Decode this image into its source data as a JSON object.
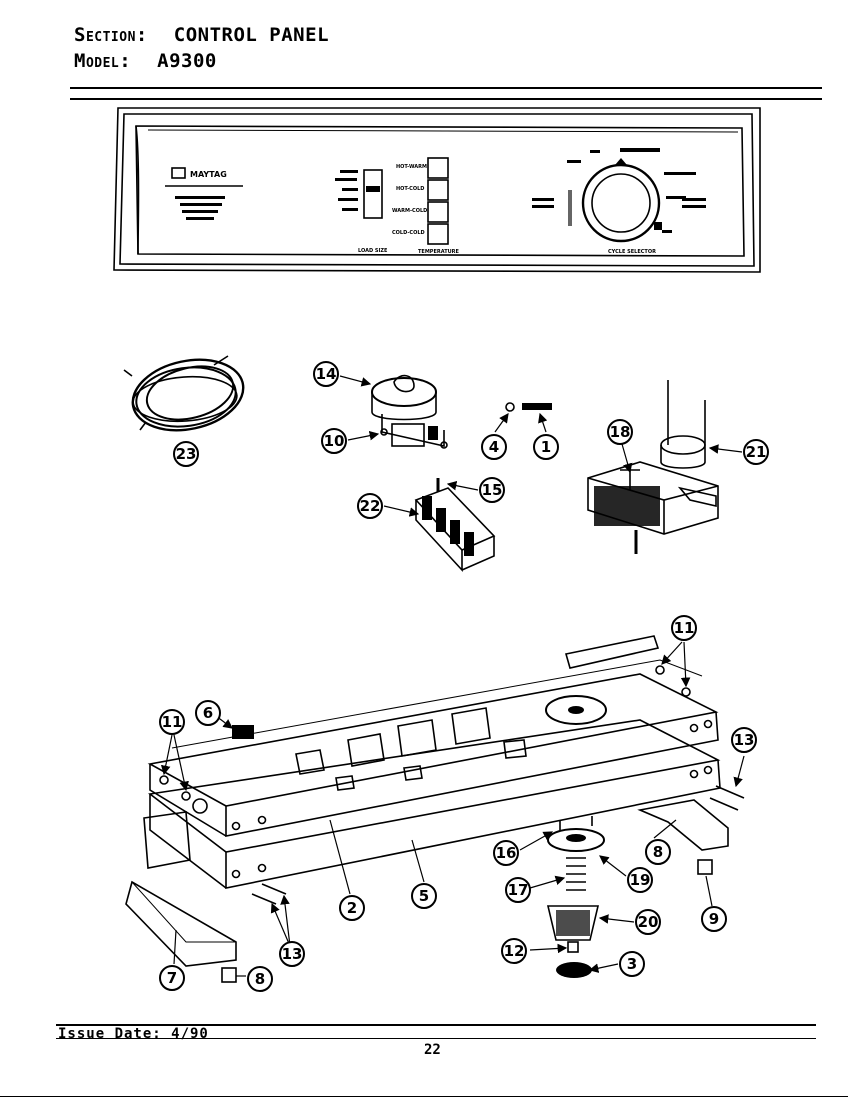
{
  "header": {
    "section_label": "Section:",
    "section_value": "CONTROL PANEL",
    "model_label": "Model:",
    "model_value": "A9300"
  },
  "footer": {
    "issue_date": "Issue Date: 4/90",
    "page_number": "22"
  },
  "panel": {
    "brand": "MAYTAG",
    "temperature_options": [
      "HOT-WARM",
      "HOT-COLD",
      "WARM-COLD",
      "COLD-COLD"
    ],
    "load_size_label": "LOAD SIZE",
    "temperature_label": "TEMPERATURE",
    "cycle_label": "CYCLE SELECTOR"
  },
  "callouts": [
    {
      "id": "callout-23",
      "label": "23"
    },
    {
      "id": "callout-14",
      "label": "14"
    },
    {
      "id": "callout-10",
      "label": "10"
    },
    {
      "id": "callout-4",
      "label": "4"
    },
    {
      "id": "callout-1",
      "label": "1"
    },
    {
      "id": "callout-18",
      "label": "18"
    },
    {
      "id": "callout-21",
      "label": "21"
    },
    {
      "id": "callout-15",
      "label": "15"
    },
    {
      "id": "callout-22",
      "label": "22"
    },
    {
      "id": "callout-11a",
      "label": "11"
    },
    {
      "id": "callout-11b",
      "label": "11"
    },
    {
      "id": "callout-6",
      "label": "6"
    },
    {
      "id": "callout-13a",
      "label": "13"
    },
    {
      "id": "callout-13b",
      "label": "13"
    },
    {
      "id": "callout-16",
      "label": "16"
    },
    {
      "id": "callout-19",
      "label": "19"
    },
    {
      "id": "callout-8a",
      "label": "8"
    },
    {
      "id": "callout-8b",
      "label": "8"
    },
    {
      "id": "callout-9",
      "label": "9"
    },
    {
      "id": "callout-17",
      "label": "17"
    },
    {
      "id": "callout-20",
      "label": "20"
    },
    {
      "id": "callout-12",
      "label": "12"
    },
    {
      "id": "callout-3",
      "label": "3"
    },
    {
      "id": "callout-2",
      "label": "2"
    },
    {
      "id": "callout-5",
      "label": "5"
    },
    {
      "id": "callout-7",
      "label": "7"
    }
  ]
}
